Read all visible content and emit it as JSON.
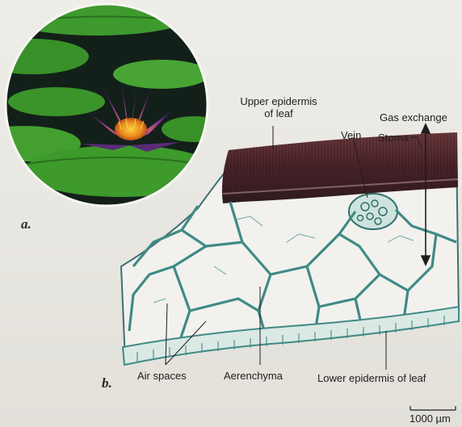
{
  "panels": {
    "a_letter": "a.",
    "b_letter": "b."
  },
  "labels": {
    "upper_epidermis_line1": "Upper epidermis",
    "upper_epidermis_line2": "of leaf",
    "vein": "Vein",
    "stoma": "Stoma",
    "gas_exchange": "Gas exchange",
    "air_spaces": "Air spaces",
    "aerenchyma": "Aerenchyma",
    "lower_epidermis": "Lower epidermis of leaf"
  },
  "scale_bar": {
    "text": "1000 µm"
  },
  "colors": {
    "background": "#ebe9e3",
    "upper_epidermis": "#4a2328",
    "cell_walls": "#3f8a86",
    "leaf_pad": "#3b8a2c",
    "flower_petal": "#6d2f86",
    "flower_center": "#e79a2a"
  }
}
